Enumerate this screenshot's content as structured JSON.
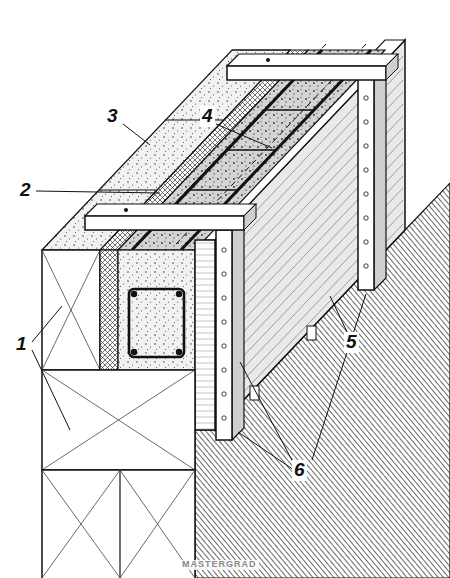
{
  "diagram": {
    "labels": [
      "1",
      "2",
      "3",
      "4",
      "5",
      "6",
      "MASTERGRAD"
    ]
  }
}
